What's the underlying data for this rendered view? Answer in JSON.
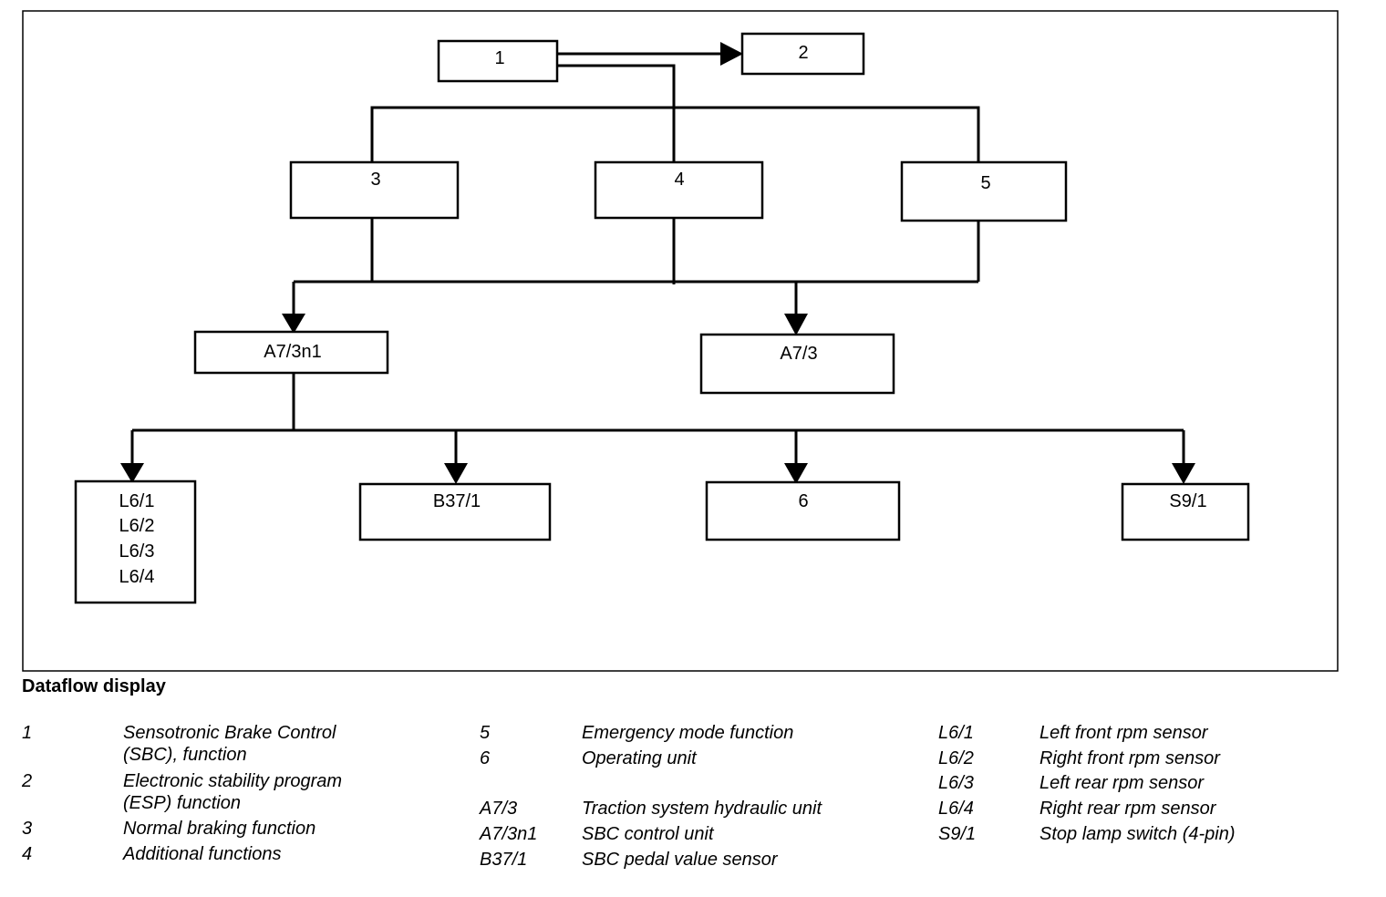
{
  "diagram": {
    "nodes": {
      "n1": "1",
      "n2": "2",
      "n3": "3",
      "n4": "4",
      "n5": "5",
      "a73n1": "A7/3n1",
      "a73": "A7/3",
      "l6": [
        "L6/1",
        "L6/2",
        "L6/3",
        "L6/4"
      ],
      "b371": "B37/1",
      "n6": "6",
      "s91": "S9/1"
    },
    "caption": "Dataflow display"
  },
  "legend": {
    "col1": [
      {
        "key": "1",
        "lines": [
          "Sensotronic Brake Control",
          "(SBC), function"
        ]
      },
      {
        "key": "2",
        "lines": [
          "Electronic stability program",
          "(ESP) function"
        ]
      },
      {
        "key": "3",
        "lines": [
          "Normal braking function"
        ]
      },
      {
        "key": "4",
        "lines": [
          "Additional functions"
        ]
      }
    ],
    "col2": [
      {
        "key": "5",
        "lines": [
          "Emergency mode function"
        ]
      },
      {
        "key": "6",
        "lines": [
          "Operating unit"
        ]
      },
      {
        "key": "A7/3",
        "lines": [
          "Traction system hydraulic unit"
        ]
      },
      {
        "key": "A7/3n1",
        "lines": [
          "SBC control unit"
        ]
      },
      {
        "key": "B37/1",
        "lines": [
          "SBC pedal value sensor"
        ]
      }
    ],
    "col3": [
      {
        "key": "L6/1",
        "lines": [
          "Left front rpm sensor"
        ]
      },
      {
        "key": "L6/2",
        "lines": [
          "Right front rpm sensor"
        ]
      },
      {
        "key": "L6/3",
        "lines": [
          "Left rear rpm sensor"
        ]
      },
      {
        "key": "L6/4",
        "lines": [
          "Right rear rpm sensor"
        ]
      },
      {
        "key": "S9/1",
        "lines": [
          "Stop lamp switch (4-pin)"
        ]
      }
    ]
  }
}
